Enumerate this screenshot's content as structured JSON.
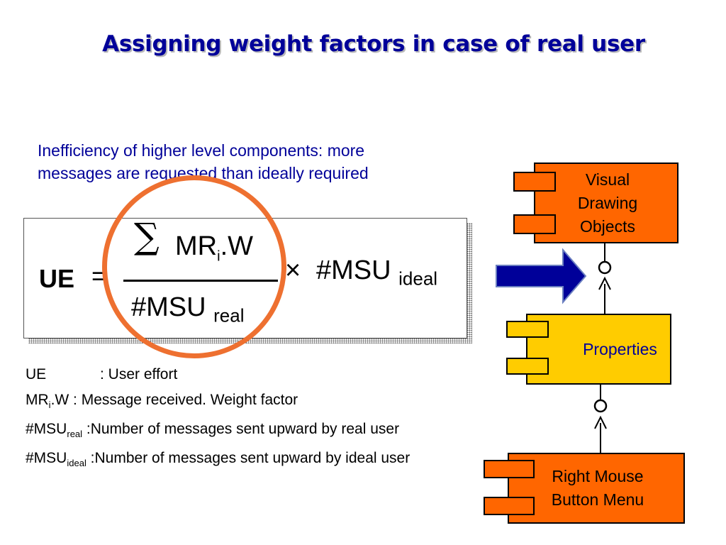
{
  "title": "Assigning weight factors in case of real user",
  "intro": {
    "line1": "Inefficiency of higher level components: more",
    "line2": "messages are requested than ideally required"
  },
  "formula": {
    "lhs": "UE",
    "equals": "=",
    "sigma": "∑",
    "numerator_mr": "MR",
    "numerator_sub": "i",
    "numerator_w": ".W",
    "times": "×",
    "msu": "#MSU",
    "ideal": "ideal",
    "real": "real"
  },
  "legend": {
    "ue_term": "UE",
    "ue_desc": ": User effort",
    "mr_term": "MR",
    "mr_sub": "i",
    "mr_desc": ".W : Message received. Weight factor",
    "msu_real_term": "#MSU",
    "msu_real_sub": "real",
    "msu_real_desc": " :Number of messages sent upward by real user",
    "msu_ideal_term": "#MSU",
    "msu_ideal_sub": "ideal",
    "msu_ideal_desc": " :Number of messages sent upward by ideal user"
  },
  "components": {
    "visual": {
      "line1": "Visual",
      "line2": "Drawing",
      "line3": "Objects"
    },
    "properties": {
      "label": "Properties"
    },
    "menu": {
      "line1": "Right Mouse",
      "line2": "Button Menu"
    }
  },
  "colors": {
    "title": "#000099",
    "accent_orange": "#ff6600",
    "accent_yellow": "#ffcc00",
    "highlight_circle": "#ee7030",
    "arrow": "#000099"
  },
  "icons": {
    "arrow": "right-arrow-icon",
    "interface": "lollipop-interface-icon"
  }
}
